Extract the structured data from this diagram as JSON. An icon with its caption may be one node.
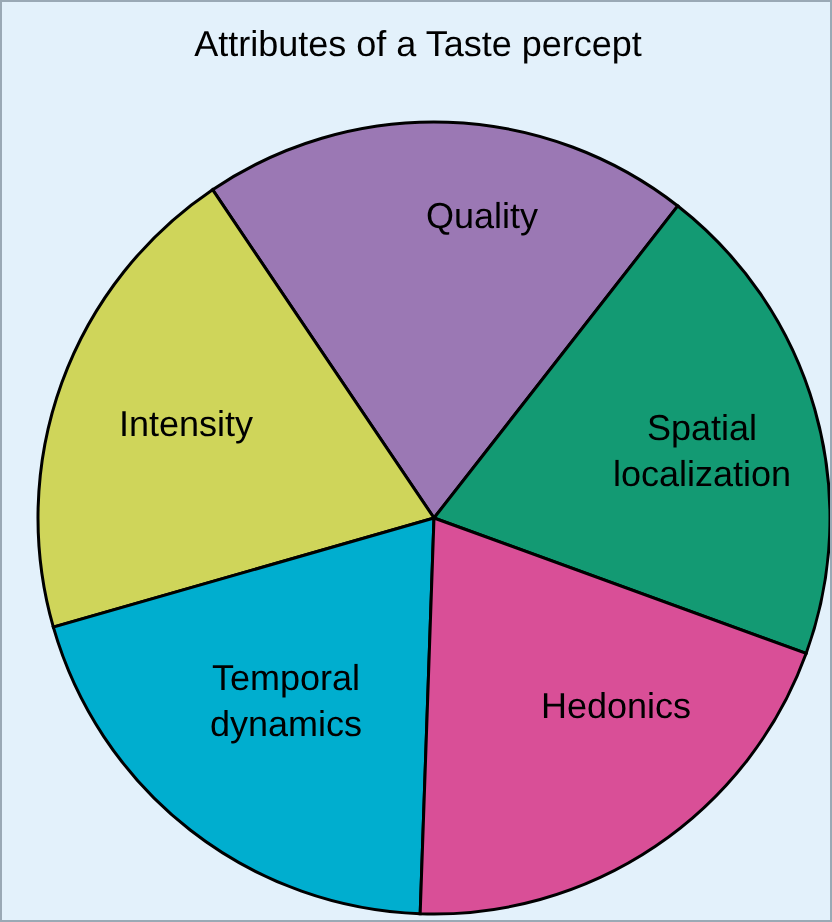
{
  "diagram": {
    "title": "Attributes of a Taste percept",
    "nodes": [
      {
        "text": [
          "Quality"
        ]
      },
      {
        "text": [
          "Intensity"
        ]
      },
      {
        "text": [
          "Spatial localization"
        ]
      },
      {
        "text": [
          "Temporal dynamics"
        ]
      },
      {
        "text": [
          "Hedonics"
        ]
      }
    ],
    "edges": []
  }
}
